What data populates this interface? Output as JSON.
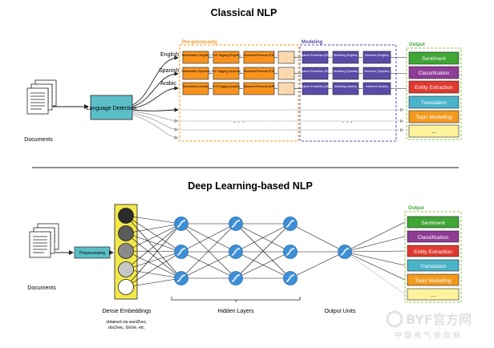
{
  "classical": {
    "title": "Classical NLP",
    "documents_label": "Documents",
    "language_detection": "Language Detection",
    "languages": [
      "English",
      "Spanish",
      "Arabic"
    ],
    "preprocessing_title": "Pre-processing",
    "modeling_title": "Modeling",
    "output_title": "Output",
    "pre_rows": [
      [
        "Tokenization (English)",
        "PoS Tagging (English)",
        "Stopword Removal (EN)"
      ],
      [
        "Tokenization (Spanish)",
        "PoS Tagging (Spanish)",
        "Stopword Removal (ES)"
      ],
      [
        "Tokenization (Arabic)",
        "PoS Tagging (Arabic)",
        "Stopword Removal (AR)"
      ]
    ],
    "model_rows": [
      [
        "Feature Extraction (EN)",
        "Modeling (English)",
        "Inference (English)"
      ],
      [
        "Feature Extraction (ES)",
        "Modeling (Spanish)",
        "Inference (Spanish)"
      ],
      [
        "Feature Extraction (AR)",
        "Modeling (Arabic)",
        "Inference (Arabic)"
      ]
    ],
    "ellipsis": "...",
    "dots": "· · ·",
    "outputs": [
      "Sentiment",
      "Classification",
      "Entity Extraction",
      "Translation",
      "Topic Modelling",
      "..."
    ]
  },
  "deep": {
    "title": "Deep Learning-based NLP",
    "documents_label": "Documents",
    "preprocessing": "Preprocessing",
    "dense_embeddings": "Dense Embeddings",
    "dense_note": [
      "obtained via word2vec,",
      "doc2vec, GloVe, etc."
    ],
    "hidden_layers": "Hidden Layers",
    "output_units": "Output Units",
    "output_title": "Output",
    "outputs": [
      "Sentiment",
      "Classification",
      "Entity Extraction",
      "Translation",
      "Topic Modelling",
      "..."
    ]
  },
  "watermark": {
    "brand": "BYF官方网",
    "tagline": "中 国 电 气 供 应 商"
  },
  "colors": {
    "teal": "#5bbec8",
    "pre_orange": "#f7931e",
    "model_purple": "#5b4aa8",
    "out_green": "#3fa535",
    "out_purple": "#8e3c96",
    "out_red": "#e03a2f",
    "out_cyan": "#49b3c9",
    "out_orange": "#f39a1d",
    "out_yellow": "#fcf39c",
    "neuron_blue": "#3c8fd6"
  }
}
